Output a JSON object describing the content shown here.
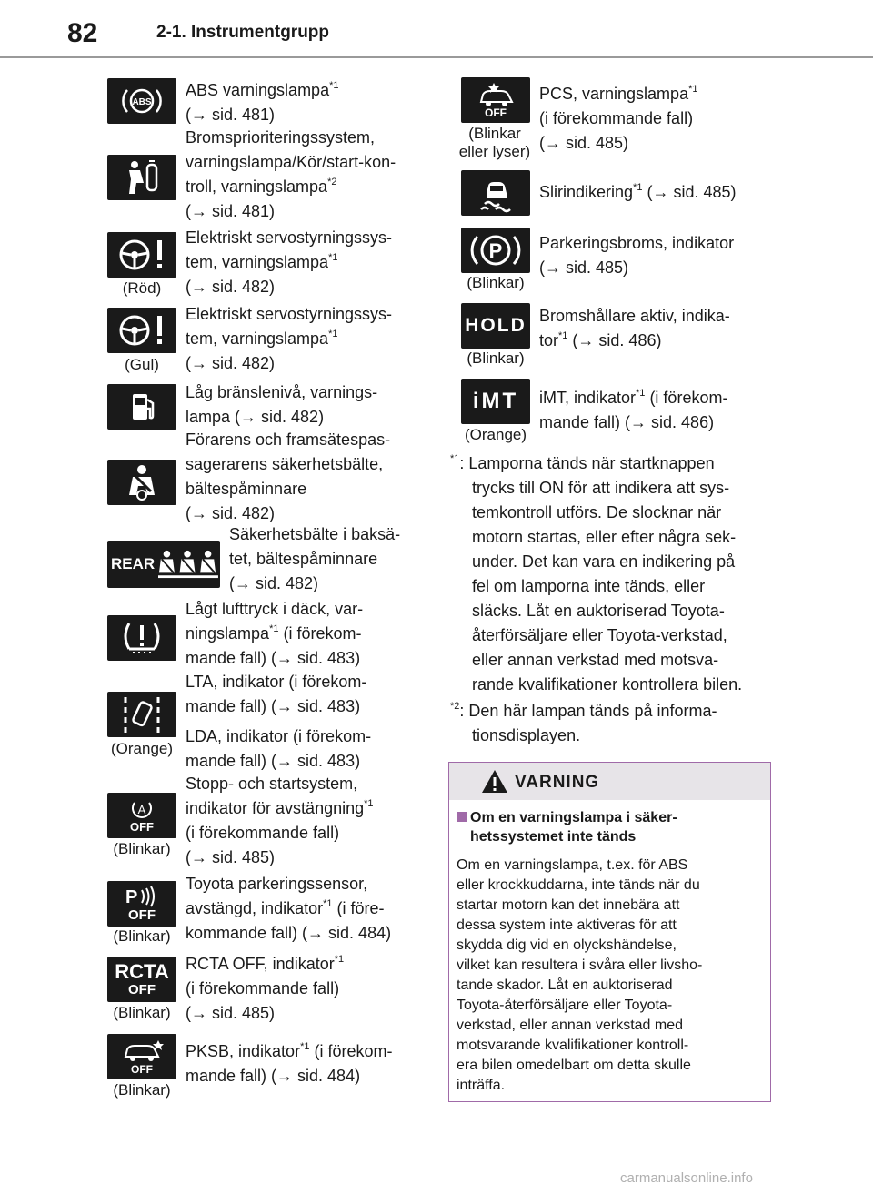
{
  "header": {
    "page_number": "82",
    "section_title": "2-1. Instrumentgrupp"
  },
  "left_items": [
    {
      "icon": "abs-icon",
      "caption": "",
      "lines": [
        "ABS varningslampa*1",
        "(→ sid. 481)"
      ]
    },
    {
      "icon": "brake-override-icon",
      "caption": "",
      "lines": [
        "Bromsprioriteringssystem,",
        "varningslampa/Kör/start-kon-",
        "troll, varningslampa*2",
        "(→ sid. 481)"
      ]
    },
    {
      "icon": "steering-warning-icon",
      "caption": "(Röd)",
      "lines": [
        "Elektriskt servostyrningssys-",
        "tem, varningslampa*1",
        "(→ sid. 482)"
      ]
    },
    {
      "icon": "steering-warning-icon",
      "caption": "(Gul)",
      "lines": [
        "Elektriskt servostyrningssys-",
        "tem, varningslampa*1",
        "(→ sid. 482)"
      ]
    },
    {
      "icon": "fuel-icon",
      "caption": "",
      "lines": [
        "Låg bränslenivå, varnings-",
        "lampa (→ sid. 482)"
      ]
    },
    {
      "icon": "seatbelt-icon",
      "caption": "",
      "lines": [
        "Förarens och framsätespas-",
        "sagerarens säkerhetsbälte,",
        "bältespåminnare",
        "(→ sid. 482)"
      ]
    },
    {
      "icon": "rear-seatbelt-icon",
      "caption": "",
      "label": "REAR",
      "lines": [
        "Säkerhetsbälte i baksä-",
        "tet, bältespåminnare",
        "(→ sid. 482)"
      ]
    },
    {
      "icon": "tire-pressure-icon",
      "caption": "",
      "lines": [
        "Lågt lufttryck i däck, var-",
        "ningslampa*1 (i förekom-",
        "mande fall) (→ sid. 483)"
      ]
    },
    {
      "icon": "lane-icon",
      "caption": "(Orange)",
      "lines": [
        "LTA, indikator (i förekom-",
        "mande fall) (→ sid. 483)",
        "LDA, indikator (i förekom-",
        "mande fall) (→ sid. 483)"
      ]
    },
    {
      "icon": "stop-start-off-icon",
      "caption": "(Blinkar)",
      "label": "OFF",
      "lines": [
        "Stopp- och startsystem,",
        "indikator för avstängning*1",
        "(i förekommande fall)",
        "(→ sid. 485)"
      ]
    },
    {
      "icon": "parking-sensor-off-icon",
      "caption": "(Blinkar)",
      "label": "OFF",
      "lines": [
        "Toyota parkeringssensor,",
        "avstängd, indikator*1 (i före-",
        "kommande fall) (→ sid. 484)"
      ]
    },
    {
      "icon": "rcta-off-icon",
      "caption": "(Blinkar)",
      "label": "RCTA",
      "label2": "OFF",
      "lines": [
        "RCTA OFF, indikator*1",
        "(i förekommande fall)",
        "(→ sid. 485)"
      ]
    },
    {
      "icon": "pksb-off-icon",
      "caption": "(Blinkar)",
      "label": "OFF",
      "lines": [
        "PKSB, indikator*1 (i förekom-",
        "mande fall) (→ sid. 484)"
      ]
    }
  ],
  "right_items": [
    {
      "icon": "pcs-off-icon",
      "caption": "(Blinkar eller lyser)",
      "label": "OFF",
      "lines": [
        "PCS, varningslampa*1",
        "(i förekommande fall)",
        "(→ sid. 485)"
      ]
    },
    {
      "icon": "slip-icon",
      "caption": "",
      "lines": [
        "Slirindikering*1 (→ sid. 485)"
      ]
    },
    {
      "icon": "parking-brake-icon",
      "caption": "(Blinkar)",
      "label": "P",
      "lines": [
        "Parkeringsbroms, indikator",
        "(→ sid. 485)"
      ]
    },
    {
      "icon": "hold-icon",
      "caption": "(Blinkar)",
      "label": "HOLD",
      "lines": [
        "Bromshållare aktiv, indika-",
        "tor*1 (→ sid. 486)"
      ]
    },
    {
      "icon": "imt-icon",
      "caption": "(Orange)",
      "label": "iMT",
      "lines": [
        "iMT, indikator*1 (i förekom-",
        "mande fall) (→ sid. 486)"
      ]
    }
  ],
  "notes": [
    {
      "mark": "*1",
      "lines": [
        ": Lamporna tänds när startknappen",
        "trycks till ON för att indikera att sys-",
        "temkontroll utförs. De slocknar när",
        "motorn startas, eller efter några sek-",
        "under. Det kan vara en indikering på",
        "fel om lamporna inte tänds, eller",
        "släcks. Låt en auktoriserad Toyota-",
        "återförsäljare eller Toyota-verkstad,",
        "eller annan verkstad med motsva-",
        "rande kvalifikationer kontrollera bilen."
      ]
    },
    {
      "mark": "*2",
      "lines": [
        ": Den här lampan tänds på informa-",
        "tionsdisplayen."
      ]
    }
  ],
  "warning": {
    "title": "VARNING",
    "subtitle": [
      "Om en varningslampa i säker-",
      "hetssystemet inte tänds"
    ],
    "body": [
      "Om en varningslampa, t.ex. för ABS",
      "eller krockkuddarna, inte tänds när du",
      "startar motorn kan det innebära att",
      "dessa system inte aktiveras för att",
      "skydda dig vid en olyckshändelse,",
      "vilket kan resultera i svåra eller livsho-",
      "tande skador. Låt en auktoriserad",
      "Toyota-återförsäljare eller Toyota-",
      "verkstad, eller annan verkstad med",
      "motsvarande kvalifikationer kontroll-",
      "era bilen omedelbart om detta skulle",
      "inträffa."
    ]
  },
  "watermark": "carmanualsonline.info",
  "colors": {
    "icon_bg": "#1a1a1a",
    "warning_accent": "#a06aa8",
    "warning_head": "#e7e4e8",
    "rule": "#9a9a9a"
  }
}
